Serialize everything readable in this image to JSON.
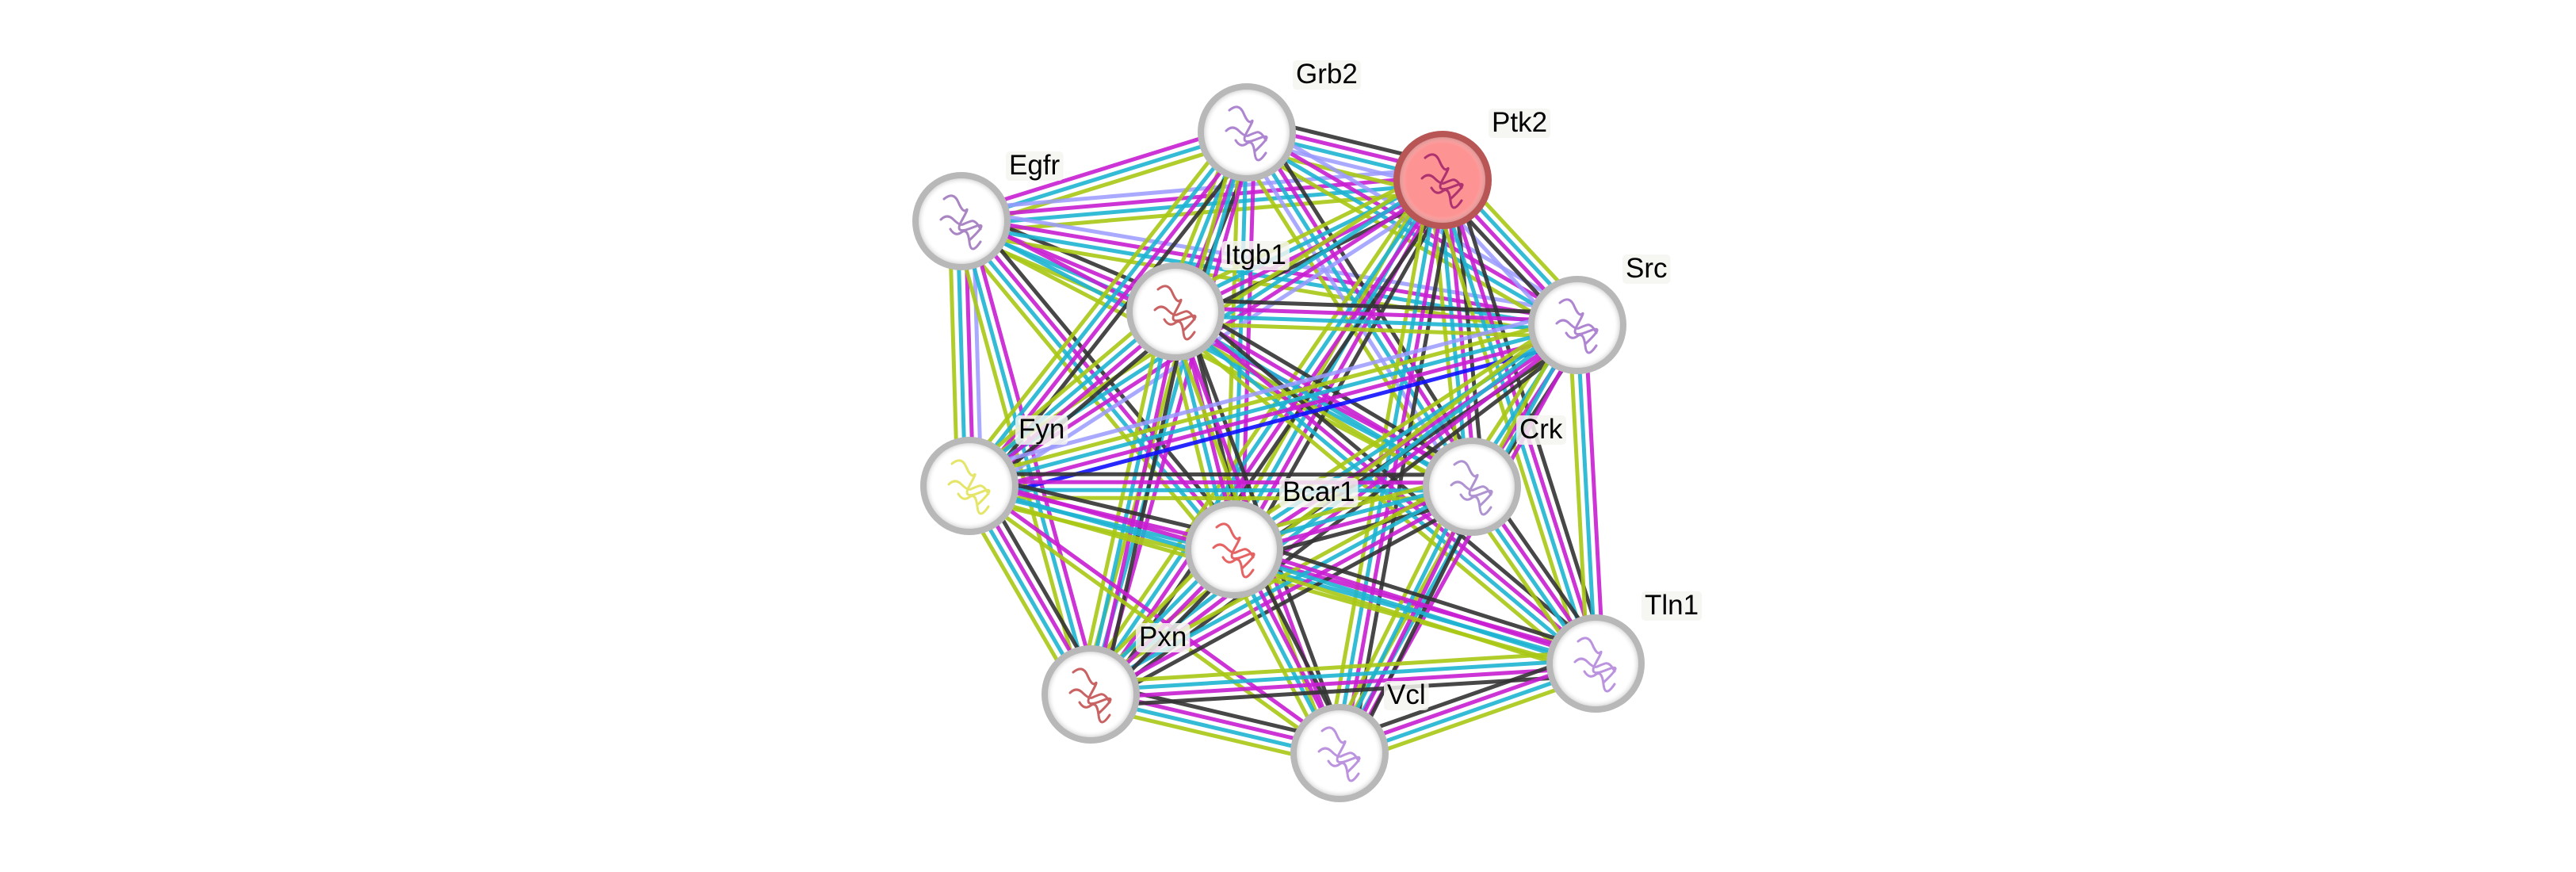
{
  "title": "Protein interaction network",
  "evidence_colors": {
    "cooccurrence": "#1010ff",
    "coexpression": "#333333",
    "experiments": "#c81ed2",
    "databases": "#1eb4d2",
    "textmining": "#a8c815",
    "homology": "#9a9aff"
  },
  "node_style": {
    "ring_color": "#b8b8b8",
    "fill_color": "#ffffff",
    "query_ring_color": "#b85555",
    "query_fill_color": "#fd9393"
  },
  "nodes": [
    {
      "id": "Egfr",
      "label": "Egfr",
      "query": false,
      "structure_color": "#9a70b8"
    },
    {
      "id": "Grb2",
      "label": "Grb2",
      "query": false,
      "structure_color": "#a070c8"
    },
    {
      "id": "Ptk2",
      "label": "Ptk2",
      "query": true,
      "structure_color": "#a0206a"
    },
    {
      "id": "Itgb1",
      "label": "Itgb1",
      "query": false,
      "structure_color": "#c04848"
    },
    {
      "id": "Src",
      "label": "Src",
      "query": false,
      "structure_color": "#a070c8"
    },
    {
      "id": "Fyn",
      "label": "Fyn",
      "query": false,
      "structure_color": "#e0e050"
    },
    {
      "id": "Crk",
      "label": "Crk",
      "query": false,
      "structure_color": "#a080c8"
    },
    {
      "id": "Bcar1",
      "label": "Bcar1",
      "query": false,
      "structure_color": "#e04848"
    },
    {
      "id": "Pxn",
      "label": "Pxn",
      "query": false,
      "structure_color": "#c04848"
    },
    {
      "id": "Vcl",
      "label": "Vcl",
      "query": false,
      "structure_color": "#b080d8"
    },
    {
      "id": "Tln1",
      "label": "Tln1",
      "query": false,
      "structure_color": "#b080d8"
    }
  ],
  "edges": [
    {
      "a": "Egfr",
      "b": "Grb2",
      "evidence": [
        "experiments",
        "databases",
        "textmining"
      ]
    },
    {
      "a": "Egfr",
      "b": "Ptk2",
      "evidence": [
        "homology",
        "experiments",
        "databases",
        "textmining"
      ]
    },
    {
      "a": "Egfr",
      "b": "Itgb1",
      "evidence": [
        "coexpression",
        "experiments",
        "databases",
        "textmining"
      ]
    },
    {
      "a": "Egfr",
      "b": "Src",
      "evidence": [
        "homology",
        "experiments",
        "databases",
        "textmining"
      ]
    },
    {
      "a": "Egfr",
      "b": "Fyn",
      "evidence": [
        "homology",
        "experiments",
        "databases",
        "textmining"
      ]
    },
    {
      "a": "Egfr",
      "b": "Crk",
      "evidence": [
        "experiments",
        "databases",
        "textmining"
      ]
    },
    {
      "a": "Egfr",
      "b": "Bcar1",
      "evidence": [
        "coexpression",
        "experiments",
        "databases",
        "textmining"
      ]
    },
    {
      "a": "Egfr",
      "b": "Pxn",
      "evidence": [
        "experiments",
        "databases",
        "textmining"
      ]
    },
    {
      "a": "Grb2",
      "b": "Ptk2",
      "evidence": [
        "coexpression",
        "experiments",
        "databases",
        "homology",
        "textmining"
      ]
    },
    {
      "a": "Grb2",
      "b": "Itgb1",
      "evidence": [
        "coexpression",
        "experiments",
        "databases",
        "textmining"
      ]
    },
    {
      "a": "Grb2",
      "b": "Src",
      "evidence": [
        "homology",
        "experiments",
        "databases",
        "textmining"
      ]
    },
    {
      "a": "Grb2",
      "b": "Fyn",
      "evidence": [
        "coexpression",
        "experiments",
        "databases",
        "textmining"
      ]
    },
    {
      "a": "Grb2",
      "b": "Crk",
      "evidence": [
        "coexpression",
        "experiments",
        "databases",
        "homology",
        "textmining"
      ]
    },
    {
      "a": "Grb2",
      "b": "Bcar1",
      "evidence": [
        "experiments",
        "databases",
        "textmining"
      ]
    },
    {
      "a": "Grb2",
      "b": "Pxn",
      "evidence": [
        "experiments",
        "databases",
        "textmining"
      ]
    },
    {
      "a": "Ptk2",
      "b": "Itgb1",
      "evidence": [
        "coexpression",
        "experiments",
        "databases",
        "textmining"
      ]
    },
    {
      "a": "Ptk2",
      "b": "Src",
      "evidence": [
        "textmining",
        "databases",
        "experiments",
        "coexpression",
        "homology"
      ]
    },
    {
      "a": "Ptk2",
      "b": "Fyn",
      "evidence": [
        "homology",
        "experiments",
        "databases",
        "textmining"
      ]
    },
    {
      "a": "Ptk2",
      "b": "Crk",
      "evidence": [
        "coexpression",
        "experiments",
        "databases",
        "textmining"
      ]
    },
    {
      "a": "Ptk2",
      "b": "Bcar1",
      "evidence": [
        "coexpression",
        "experiments",
        "databases",
        "textmining"
      ]
    },
    {
      "a": "Ptk2",
      "b": "Pxn",
      "evidence": [
        "coexpression",
        "experiments",
        "databases",
        "textmining"
      ]
    },
    {
      "a": "Ptk2",
      "b": "Vcl",
      "evidence": [
        "coexpression",
        "experiments",
        "databases",
        "textmining"
      ]
    },
    {
      "a": "Ptk2",
      "b": "Tln1",
      "evidence": [
        "coexpression",
        "experiments",
        "databases",
        "textmining"
      ]
    },
    {
      "a": "Itgb1",
      "b": "Src",
      "evidence": [
        "coexpression",
        "experiments",
        "databases",
        "textmining"
      ]
    },
    {
      "a": "Itgb1",
      "b": "Fyn",
      "evidence": [
        "coexpression",
        "experiments",
        "databases",
        "textmining"
      ]
    },
    {
      "a": "Itgb1",
      "b": "Crk",
      "evidence": [
        "coexpression",
        "experiments",
        "databases",
        "textmining"
      ]
    },
    {
      "a": "Itgb1",
      "b": "Bcar1",
      "evidence": [
        "coexpression",
        "experiments",
        "databases",
        "textmining"
      ]
    },
    {
      "a": "Itgb1",
      "b": "Pxn",
      "evidence": [
        "coexpression",
        "experiments",
        "databases",
        "textmining"
      ]
    },
    {
      "a": "Itgb1",
      "b": "Vcl",
      "evidence": [
        "coexpression",
        "experiments",
        "textmining"
      ]
    },
    {
      "a": "Itgb1",
      "b": "Tln1",
      "evidence": [
        "coexpression",
        "experiments",
        "databases",
        "textmining"
      ]
    },
    {
      "a": "Src",
      "b": "Fyn",
      "evidence": [
        "cooccurrence",
        "experiments",
        "databases",
        "textmining",
        "homology"
      ]
    },
    {
      "a": "Src",
      "b": "Crk",
      "evidence": [
        "coexpression",
        "experiments",
        "databases",
        "textmining"
      ]
    },
    {
      "a": "Src",
      "b": "Bcar1",
      "evidence": [
        "coexpression",
        "experiments",
        "databases",
        "textmining"
      ]
    },
    {
      "a": "Src",
      "b": "Pxn",
      "evidence": [
        "coexpression",
        "experiments",
        "databases",
        "textmining"
      ]
    },
    {
      "a": "Src",
      "b": "Vcl",
      "evidence": [
        "experiments",
        "databases",
        "textmining"
      ]
    },
    {
      "a": "Src",
      "b": "Tln1",
      "evidence": [
        "experiments",
        "databases",
        "textmining"
      ]
    },
    {
      "a": "Fyn",
      "b": "Crk",
      "evidence": [
        "coexpression",
        "experiments",
        "databases",
        "textmining"
      ]
    },
    {
      "a": "Fyn",
      "b": "Bcar1",
      "evidence": [
        "coexpression",
        "experiments",
        "databases",
        "textmining"
      ]
    },
    {
      "a": "Fyn",
      "b": "Pxn",
      "evidence": [
        "coexpression",
        "experiments",
        "databases",
        "textmining"
      ]
    },
    {
      "a": "Fyn",
      "b": "Vcl",
      "evidence": [
        "experiments",
        "textmining"
      ]
    },
    {
      "a": "Fyn",
      "b": "Tln1",
      "evidence": [
        "experiments",
        "databases",
        "textmining"
      ]
    },
    {
      "a": "Crk",
      "b": "Bcar1",
      "evidence": [
        "coexpression",
        "experiments",
        "databases",
        "textmining"
      ]
    },
    {
      "a": "Crk",
      "b": "Pxn",
      "evidence": [
        "coexpression",
        "experiments",
        "databases",
        "textmining"
      ]
    },
    {
      "a": "Crk",
      "b": "Vcl",
      "evidence": [
        "coexpression",
        "experiments",
        "databases",
        "textmining"
      ]
    },
    {
      "a": "Crk",
      "b": "Tln1",
      "evidence": [
        "coexpression",
        "experiments",
        "databases",
        "textmining"
      ]
    },
    {
      "a": "Bcar1",
      "b": "Pxn",
      "evidence": [
        "coexpression",
        "experiments",
        "databases",
        "textmining"
      ]
    },
    {
      "a": "Bcar1",
      "b": "Vcl",
      "evidence": [
        "coexpression",
        "experiments",
        "databases",
        "textmining"
      ]
    },
    {
      "a": "Bcar1",
      "b": "Tln1",
      "evidence": [
        "coexpression",
        "experiments",
        "databases",
        "textmining"
      ]
    },
    {
      "a": "Pxn",
      "b": "Vcl",
      "evidence": [
        "coexpression",
        "experiments",
        "databases",
        "textmining"
      ]
    },
    {
      "a": "Pxn",
      "b": "Tln1",
      "evidence": [
        "textmining",
        "databases",
        "experiments",
        "coexpression"
      ]
    },
    {
      "a": "Vcl",
      "b": "Tln1",
      "evidence": [
        "coexpression",
        "experiments",
        "databases",
        "textmining"
      ]
    }
  ]
}
